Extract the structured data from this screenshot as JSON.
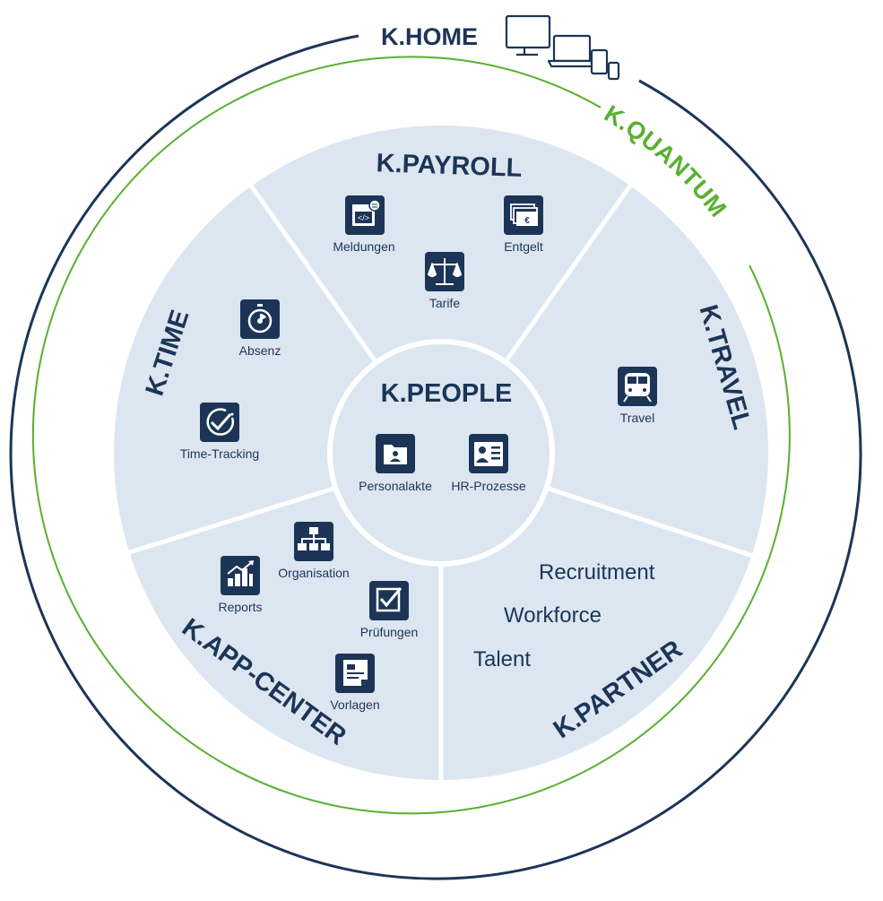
{
  "colors": {
    "navy": "#1c3557",
    "green": "#58b030",
    "segment_fill": "#dce6f1",
    "icon_bg": "#1c3557",
    "divider": "#ffffff"
  },
  "outer": {
    "home_label": "K.HOME",
    "quantum_label": "K.QUANTUM",
    "devices_icon": "devices-icon"
  },
  "center": {
    "title": "K.PEOPLE",
    "items": [
      {
        "label": "Personalakte",
        "icon": "folder-person-icon"
      },
      {
        "label": "HR-Prozesse",
        "icon": "id-card-icon"
      }
    ]
  },
  "segments": {
    "payroll": {
      "title": "K.PAYROLL",
      "items": [
        {
          "label": "Meldungen",
          "icon": "code-window-icon"
        },
        {
          "label": "Entgelt",
          "icon": "euro-bills-icon"
        },
        {
          "label": "Tarife",
          "icon": "scales-icon"
        }
      ]
    },
    "travel": {
      "title": "K.TRAVEL",
      "items": [
        {
          "label": "Travel",
          "icon": "train-icon"
        }
      ]
    },
    "partner": {
      "title": "K.PARTNER",
      "items": [
        "Recruitment",
        "Workforce",
        "Talent"
      ]
    },
    "appcenter": {
      "title": "K.APP-CENTER",
      "items": [
        {
          "label": "Organisation",
          "icon": "org-chart-icon"
        },
        {
          "label": "Reports",
          "icon": "bar-chart-icon"
        },
        {
          "label": "Prüfungen",
          "icon": "checkbox-icon"
        },
        {
          "label": "Vorlagen",
          "icon": "document-icon"
        }
      ]
    },
    "time": {
      "title": "K.TIME",
      "items": [
        {
          "label": "Absenz",
          "icon": "stopwatch-icon"
        },
        {
          "label": "Time-Tracking",
          "icon": "check-clock-icon"
        }
      ]
    }
  }
}
